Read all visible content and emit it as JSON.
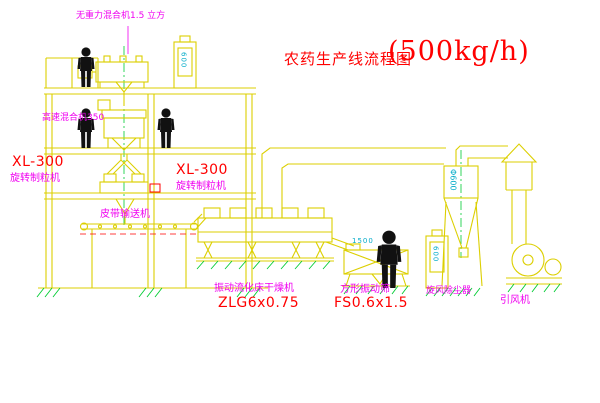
{
  "title": {
    "main": "农药生产线流程图",
    "capacity": "(500kg/h)"
  },
  "labels": {
    "top_mixer": "无重力混合机1.5 立方",
    "high_speed_mixer": "高速混合机350",
    "xl300_left": "XL-300",
    "granulator_left": "旋转制粒机",
    "xl300_right": "XL-300",
    "granulator_right": "旋转制粒机",
    "belt_conveyor": "皮带输送机",
    "fluid_bed_dryer": "振动流化床干燥机",
    "dryer_model": "ZLG6x0.75",
    "square_sieve": "方形振动筛",
    "sieve_model": "FS0.6x1.5",
    "cyclone": "旋风除尘器",
    "fan": "引风机"
  },
  "annotations": {
    "elevator_top": "600",
    "elevator_right": "600",
    "cyclone_diameter": "Φ600",
    "sieve_dim": "1500"
  },
  "colors": {
    "linework_yellow": "#ddd000",
    "centerline_green": "#00cc33",
    "label_magenta": "#f000f0",
    "model_red": "#ff0000",
    "dimension_cyan": "#00aac8",
    "figure_black": "#111111",
    "background": "#ffffff"
  }
}
